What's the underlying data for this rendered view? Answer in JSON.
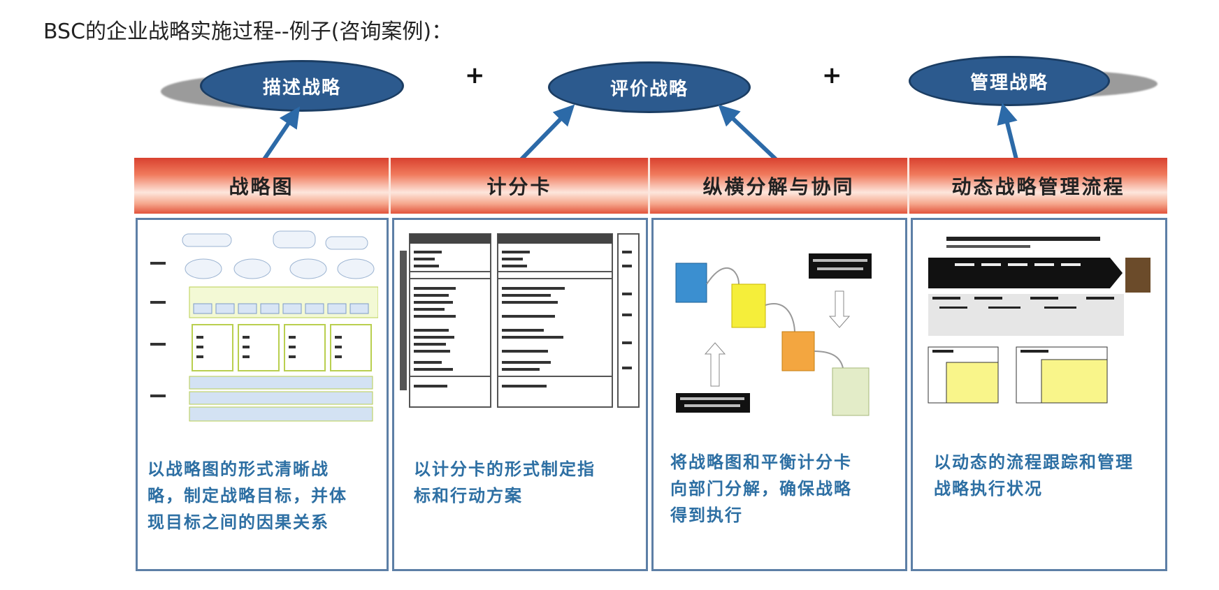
{
  "page": {
    "title": "BSC的企业战略实施过程--例子(咨询案例)："
  },
  "ovals": [
    {
      "label": "描述战略"
    },
    {
      "label": "评价战略"
    },
    {
      "label": "管理战略"
    }
  ],
  "plus": [
    "+",
    "+"
  ],
  "columns": [
    {
      "header": "战略图",
      "description": "以战略图的形式清晰战略，制定战略目标，并体现目标之间的因果关系"
    },
    {
      "header": "计分卡",
      "description": "以计分卡的形式制定指标和行动方案"
    },
    {
      "header": "纵横分解与协同",
      "description": "将战略图和平衡计分卡向部门分解，确保战略得到执行"
    },
    {
      "header": "动态战略管理流程",
      "description": "以动态的流程跟踪和管理战略执行状况"
    }
  ],
  "colors": {
    "oval_fill": "#2c5a8e",
    "arrow": "#2c6aa8",
    "banner_red": "#d8412f",
    "panel_border": "#5d7fa6",
    "description_text": "#2d6fa3"
  },
  "icons": {
    "strategy_map_thumbnail": "strategy-map-icon",
    "scorecard_thumbnail": "scorecard-table-icon",
    "cascade_thumbnail": "cascade-diagram-icon",
    "process_thumbnail": "process-flow-icon"
  }
}
